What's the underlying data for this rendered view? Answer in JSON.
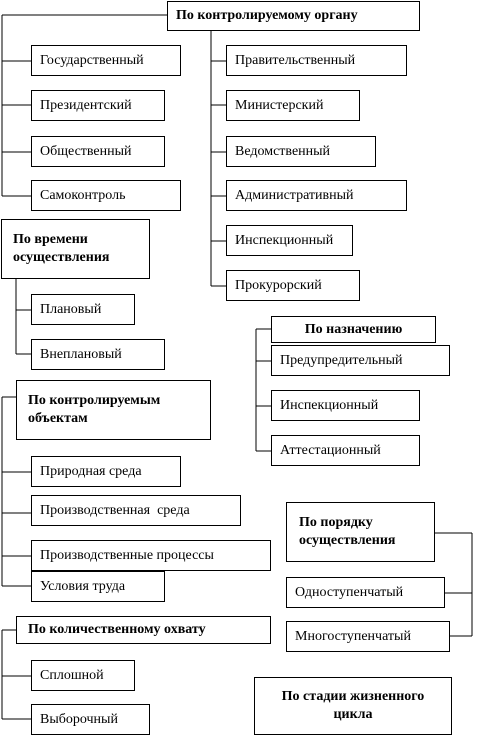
{
  "by_organ": {
    "title": "По контролируемому органу",
    "left": [
      "Государственный",
      "Президентский",
      "Общественный",
      "Самоконтроль"
    ],
    "right": [
      "Правительственный",
      "Министерский",
      "Ведомственный",
      "Административный",
      "Инспекционный",
      "Прокурорский"
    ]
  },
  "by_time": {
    "title": "По времени осуществления",
    "items": [
      "Плановый",
      "Внеплановый"
    ]
  },
  "by_purpose": {
    "title": "По назначению",
    "items": [
      "Предупредительный",
      "Инспекционный",
      "Аттестационный"
    ]
  },
  "by_objects": {
    "title": "По контролируемым объектам",
    "items": [
      "Природная среда",
      "Производственная  среда",
      "Производственные процессы",
      "Условия труда"
    ]
  },
  "by_order": {
    "title": "По порядку осуществления",
    "items": [
      "Одноступенчатый",
      "Многоступенчатый"
    ]
  },
  "by_coverage": {
    "title": "По количественному охвату",
    "items": [
      "Сплошной",
      "Выборочный"
    ]
  },
  "by_lifecycle": {
    "title": "По стадии жизненного цикла"
  }
}
